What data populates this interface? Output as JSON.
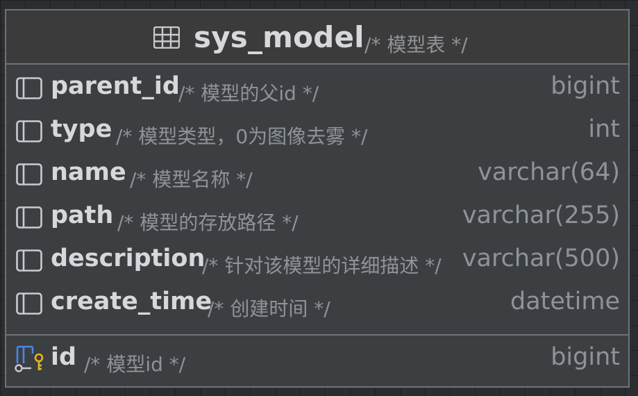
{
  "table": {
    "name": "sys_model",
    "comment": "/* 模型表 */",
    "icon": "table-icon"
  },
  "columns": [
    {
      "name": "parent_id",
      "comment": "/* 模型的父id */",
      "type": "bigint",
      "icon": "column-icon"
    },
    {
      "name": "type",
      "comment": "/* 模型类型，0为图像去雾 */",
      "type": "int",
      "icon": "column-icon"
    },
    {
      "name": "name",
      "comment": "/* 模型名称 */",
      "type": "varchar(64)",
      "icon": "column-icon"
    },
    {
      "name": "path",
      "comment": "/* 模型的存放路径 */",
      "type": "varchar(255)",
      "icon": "column-icon"
    },
    {
      "name": "description",
      "comment": "/* 针对该模型的详细描述 */",
      "type": "varchar(500)",
      "icon": "column-icon"
    },
    {
      "name": "create_time",
      "comment": "/* 创建时间 */",
      "type": "datetime",
      "icon": "column-icon"
    }
  ],
  "primary_key": {
    "name": "id",
    "comment": "/* 模型id */",
    "type": "bigint",
    "icon": "primary-key-column-icon"
  },
  "colors": {
    "background": "#2b2d30",
    "card": "#3c3f41",
    "border": "#6f7277",
    "text_primary": "#d6d8dc",
    "text_secondary": "#8f9398",
    "key_accent": "#e6b422",
    "pk_accent": "#4a86e8"
  }
}
